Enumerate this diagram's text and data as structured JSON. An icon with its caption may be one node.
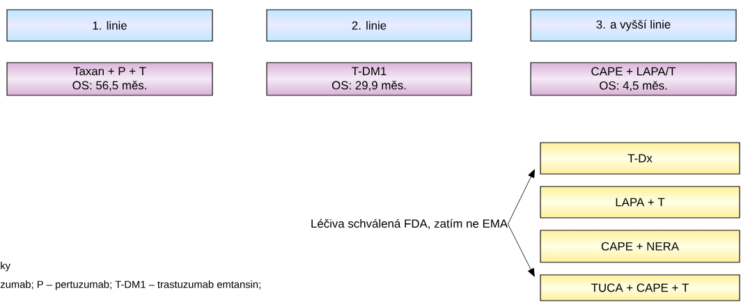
{
  "diagram": {
    "nodes": [
      {
        "text": [
          "1. linie"
        ]
      },
      {
        "text": [
          "2. linie"
        ]
      },
      {
        "text": [
          "3. a vyšší linie"
        ]
      },
      {
        "text": [
          "Taxan + P + T",
          "OS: 56,5 měs."
        ]
      },
      {
        "text": [
          "T-DM1",
          "OS: 29,9 měs."
        ]
      },
      {
        "text": [
          "CAPE + LAPA/T",
          "OS: 4,5 měs."
        ]
      },
      {
        "text": [
          "Léčiva schválená FDA, zatím ne EMA"
        ]
      },
      {
        "text": [
          "T-Dx"
        ]
      },
      {
        "text": [
          "LAPA + T"
        ]
      },
      {
        "text": [
          "CAPE + NERA"
        ]
      },
      {
        "text": [
          "TUCA + CAPE + T"
        ]
      }
    ],
    "edges": [
      {
        "from": 6,
        "to": 7,
        "arrow": "to"
      },
      {
        "from": 6,
        "to": 10,
        "arrow": "to"
      }
    ],
    "labels": [
      "ky",
      "zumab; P – pertuzumab; T-DM1 – trastuzumab emtansin;"
    ]
  }
}
